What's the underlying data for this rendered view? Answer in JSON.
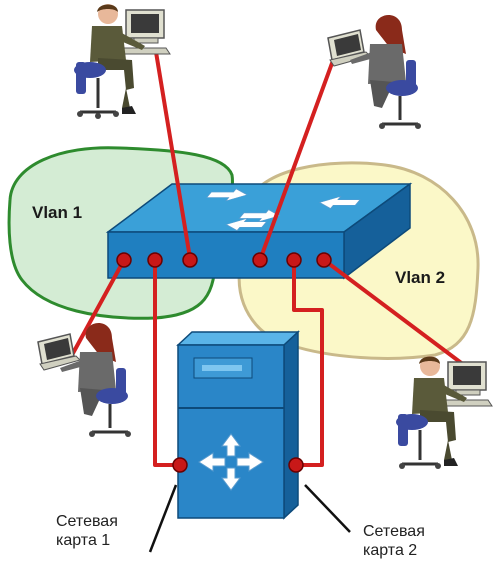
{
  "diagram": {
    "vlans": [
      {
        "label": "Vlan 1",
        "fill": "#d4ecd4",
        "stroke": "#2e8b2e"
      },
      {
        "label": "Vlan 2",
        "fill": "#fbf8c8",
        "stroke": "#c9b98a"
      }
    ],
    "nic_labels": [
      {
        "line1": "Сетевая",
        "line2": "карта 1"
      },
      {
        "line1": "Сетевая",
        "line2": "карта 2"
      }
    ],
    "colors": {
      "switch_top": "#3aa0d8",
      "switch_front": "#1f7fc0",
      "switch_side": "#15609a",
      "server_body": "#2a86c8",
      "cable": "#d42020",
      "port": "#c81818"
    },
    "icons": [
      "network-switch",
      "router-server",
      "workstation-user"
    ]
  }
}
